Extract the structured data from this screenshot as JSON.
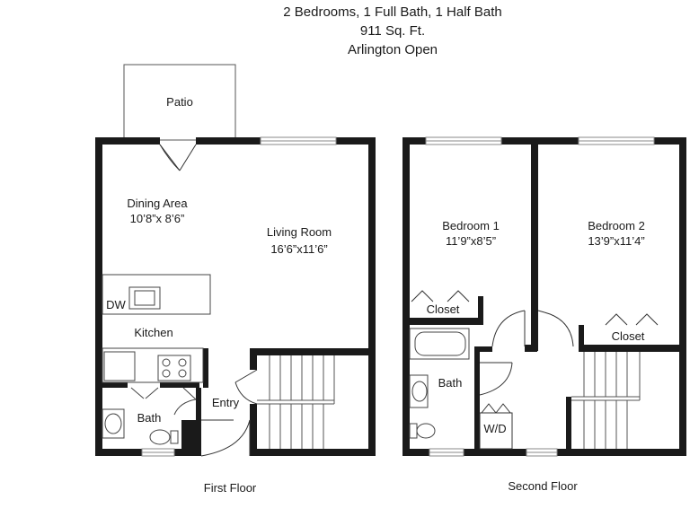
{
  "header": {
    "line1": "2 Bedrooms, 1 Full Bath, 1 Half Bath",
    "line2": "911 Sq. Ft.",
    "line3": "Arlington Open"
  },
  "first_floor": {
    "caption": "First Floor",
    "patio": "Patio",
    "dining_area": "Dining Area",
    "dining_dim": "10’8”x 8’6”",
    "living_room": "Living Room",
    "living_dim": "16’6”x11’6”",
    "dw": "DW",
    "kitchen": "Kitchen",
    "bath": "Bath",
    "entry": "Entry"
  },
  "second_floor": {
    "caption": "Second Floor",
    "bedroom1": "Bedroom 1",
    "bedroom1_dim": "11’9”x8’5”",
    "bedroom2": "Bedroom 2",
    "bedroom2_dim": "13’9”x11’4”",
    "closet1": "Closet",
    "closet2": "Closet",
    "bath": "Bath",
    "wd": "W/D"
  }
}
